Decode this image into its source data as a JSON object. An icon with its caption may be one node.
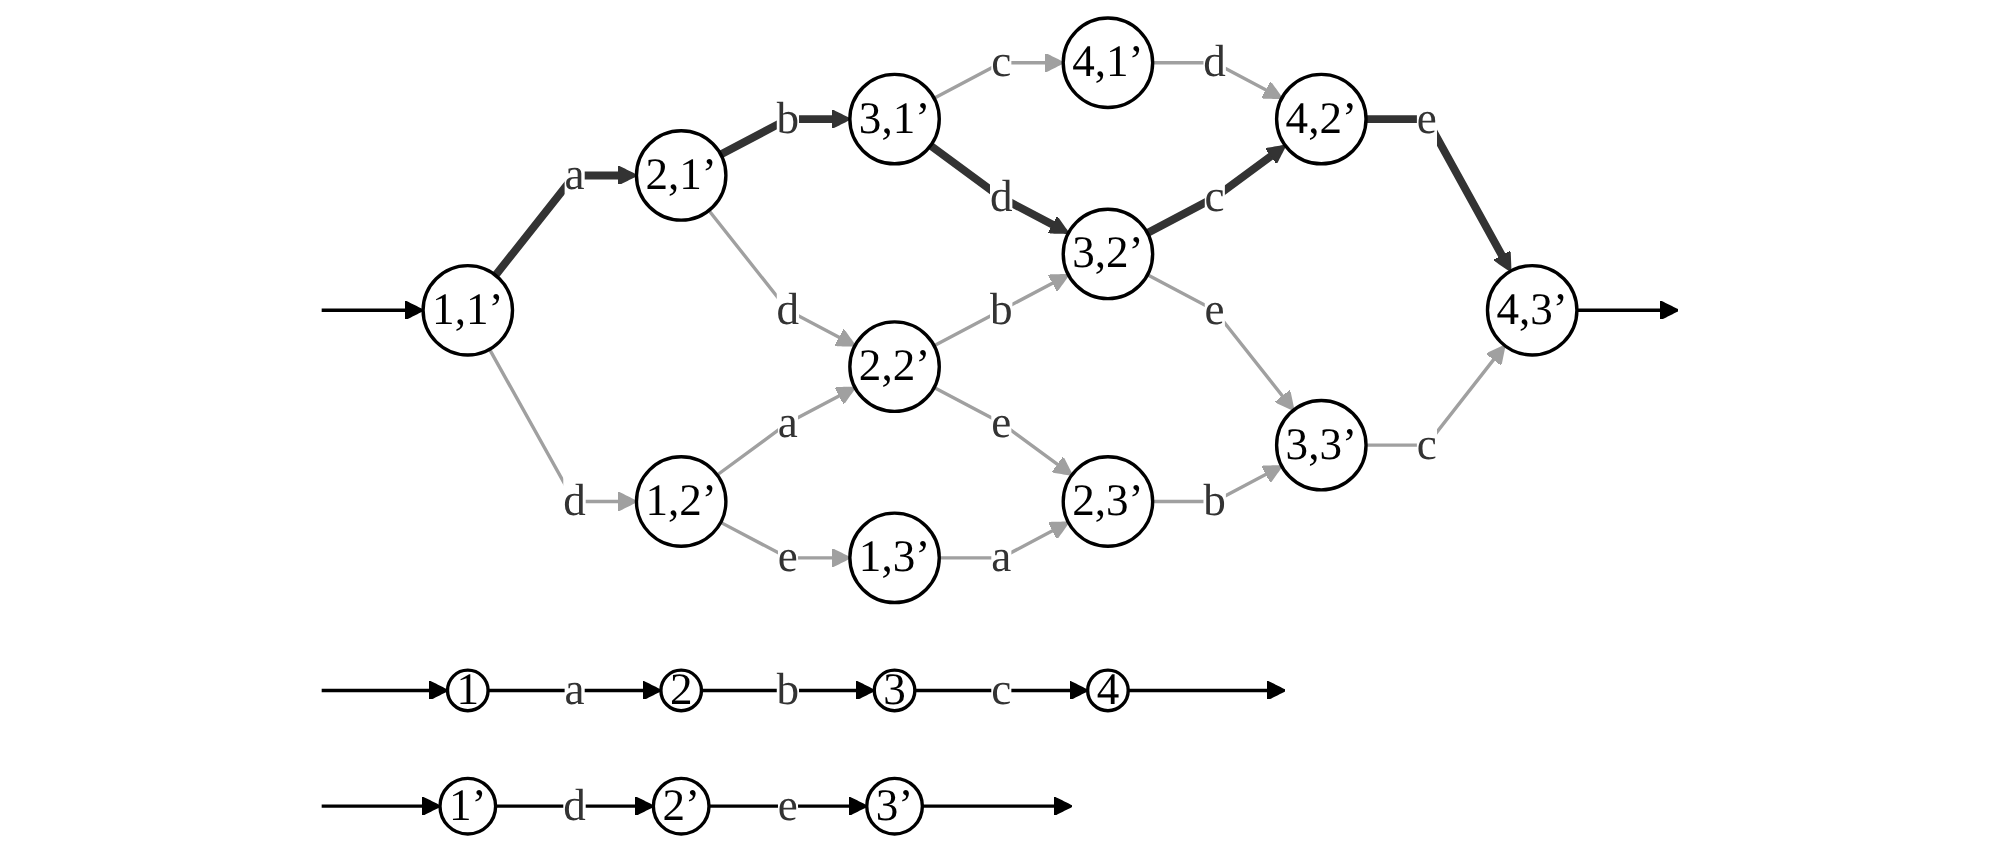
{
  "diagram": {
    "nodes": [
      {
        "text": [
          "1"
        ]
      },
      {
        "text": [
          "2"
        ]
      },
      {
        "text": [
          "3"
        ]
      },
      {
        "text": [
          "4"
        ]
      },
      {
        "text": [
          "1’"
        ]
      },
      {
        "text": [
          "2’"
        ]
      },
      {
        "text": [
          "3’"
        ]
      },
      {
        "text": [
          "1,1’"
        ]
      },
      {
        "text": [
          "2,1’"
        ]
      },
      {
        "text": [
          "3,1’"
        ]
      },
      {
        "text": [
          "4,1’"
        ]
      },
      {
        "text": [
          "1,2’"
        ]
      },
      {
        "text": [
          "2,2’"
        ]
      },
      {
        "text": [
          "3,2’"
        ]
      },
      {
        "text": [
          "4,2’"
        ]
      },
      {
        "text": [
          "1,3’"
        ]
      },
      {
        "text": [
          "2,3’"
        ]
      },
      {
        "text": [
          "3,3’"
        ]
      },
      {
        "text": [
          "4,3’"
        ]
      }
    ],
    "edges": [
      {
        "from": null,
        "to": 0,
        "arrow": "to",
        "color": "#000000"
      },
      {
        "from": 0,
        "to": 1,
        "label": "a",
        "arrow": "to",
        "color": "#000000"
      },
      {
        "from": 1,
        "to": 2,
        "label": "b",
        "arrow": "to",
        "color": "#000000"
      },
      {
        "from": 2,
        "to": 3,
        "label": "c",
        "arrow": "to",
        "color": "#000000"
      },
      {
        "from": 3,
        "to": null,
        "arrow": "to",
        "color": "#000000"
      },
      {
        "from": null,
        "to": 4,
        "arrow": "to",
        "color": "#000000"
      },
      {
        "from": 4,
        "to": 5,
        "label": "d",
        "arrow": "to",
        "color": "#000000"
      },
      {
        "from": 5,
        "to": 6,
        "label": "e",
        "arrow": "to",
        "color": "#000000"
      },
      {
        "from": 6,
        "to": null,
        "arrow": "to",
        "color": "#000000"
      },
      {
        "from": null,
        "to": 7,
        "arrow": "to",
        "color": "#000000"
      },
      {
        "from": 7,
        "to": 8,
        "label": "a",
        "arrow": "to",
        "style": "thick",
        "color": "#333333"
      },
      {
        "from": 8,
        "to": 9,
        "label": "b",
        "arrow": "to",
        "style": "thick",
        "color": "#333333"
      },
      {
        "from": 9,
        "to": 10,
        "label": "c",
        "arrow": "to",
        "color": "#a0a0a0"
      },
      {
        "from": 7,
        "to": 11,
        "label": "d",
        "arrow": "to",
        "color": "#a0a0a0"
      },
      {
        "from": 8,
        "to": 12,
        "label": "d",
        "arrow": "to",
        "color": "#a0a0a0"
      },
      {
        "from": 9,
        "to": 13,
        "label": "d",
        "arrow": "to",
        "style": "thick",
        "color": "#333333"
      },
      {
        "from": 10,
        "to": 14,
        "label": "d",
        "arrow": "to",
        "color": "#a0a0a0"
      },
      {
        "from": 11,
        "to": 12,
        "label": "a",
        "arrow": "to",
        "color": "#a0a0a0"
      },
      {
        "from": 12,
        "to": 13,
        "label": "b",
        "arrow": "to",
        "color": "#a0a0a0"
      },
      {
        "from": 13,
        "to": 14,
        "label": "c",
        "arrow": "to",
        "style": "thick",
        "color": "#333333"
      },
      {
        "from": 11,
        "to": 15,
        "label": "e",
        "arrow": "to",
        "color": "#a0a0a0"
      },
      {
        "from": 12,
        "to": 16,
        "label": "e",
        "arrow": "to",
        "color": "#a0a0a0"
      },
      {
        "from": 13,
        "to": 17,
        "label": "e",
        "arrow": "to",
        "color": "#a0a0a0"
      },
      {
        "from": 14,
        "to": 18,
        "label": "e",
        "arrow": "to",
        "style": "thick",
        "color": "#333333"
      },
      {
        "from": 15,
        "to": 16,
        "label": "a",
        "arrow": "to",
        "color": "#a0a0a0"
      },
      {
        "from": 16,
        "to": 17,
        "label": "b",
        "arrow": "to",
        "color": "#a0a0a0"
      },
      {
        "from": 17,
        "to": 18,
        "label": "c",
        "arrow": "to",
        "color": "#a0a0a0"
      },
      {
        "from": 18,
        "to": null,
        "arrow": "to",
        "color": "#000000"
      }
    ]
  }
}
